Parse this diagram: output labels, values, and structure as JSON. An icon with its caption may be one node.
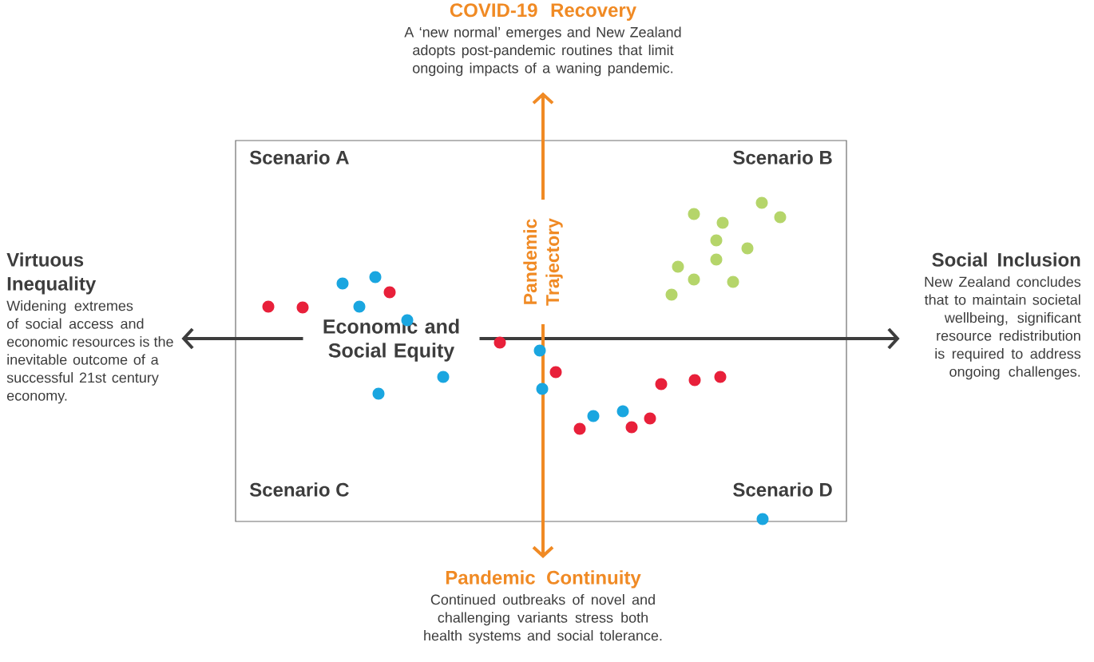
{
  "diagram": {
    "nodes": [
      {
        "text": [
          "COVID-19 Recovery",
          "A ‘new normal’ emerges and New Zealand adopts post-pandemic routines that limit ongoing impacts of a waning pandemic."
        ]
      },
      {
        "text": [
          "Virtuous Inequality",
          "Widening extremes of social access and economic resources is the inevitable outcome of a successful 21st century economy."
        ]
      },
      {
        "text": [
          "Social Inclusion",
          "New Zealand concludes that to maintain societal wellbeing, significant resource redistribution is required to address ongoing challenges."
        ]
      },
      {
        "text": [
          "Pandemic Continuity",
          "Continued outbreaks of novel and challenging variants stress both  health systems and social tolerance."
        ]
      }
    ],
    "edges": [
      {
        "from": 1,
        "to": 2,
        "arrow": "both",
        "label": "Economic and Social Equity",
        "color": "#3d3d3d"
      },
      {
        "from": 3,
        "to": 0,
        "arrow": "both",
        "label": "Pandemic Trajectory",
        "color": "#f08a24"
      }
    ],
    "labels": [
      "Scenario A",
      "Scenario B",
      "Scenario C",
      "Scenario D"
    ]
  }
}
